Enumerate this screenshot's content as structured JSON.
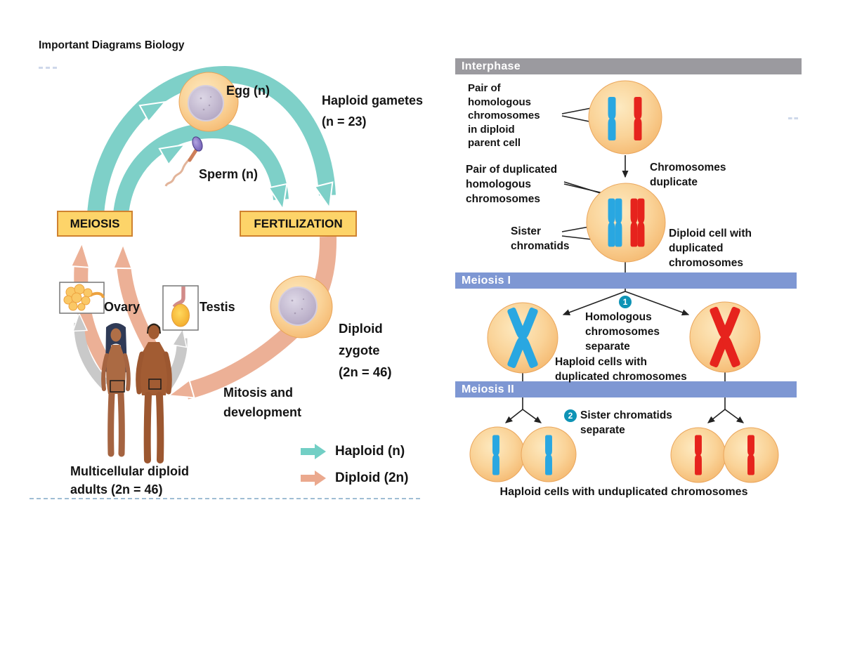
{
  "title": "Important Diagrams Biology",
  "life_cycle": {
    "egg": "Egg (n)",
    "haploid_gametes": [
      "Haploid gametes",
      "(n = 23)"
    ],
    "sperm": "Sperm (n)",
    "meiosis": "MEIOSIS",
    "fertilization": "FERTILIZATION",
    "ovary": "Ovary",
    "testis": "Testis",
    "zygote": [
      "Diploid",
      "zygote",
      "(2n = 46)"
    ],
    "mitosis": [
      "Mitosis and",
      "development"
    ],
    "adults": [
      "Multicellular diploid",
      "adults (2n = 46)"
    ],
    "legend": [
      {
        "label": "Haploid (n)",
        "color": "#72cfc5"
      },
      {
        "label": "Diploid (2n)",
        "color": "#eba98e"
      }
    ],
    "colors": {
      "haploid_arrow": "#7ed0c8",
      "diploid_arrow": "#ecb096",
      "label_box_fill": "#fdd469",
      "label_box_border": "#cf8230"
    }
  },
  "meiosis_panel": {
    "headers": {
      "interphase": "Interphase",
      "meiosis1": "Meiosis I",
      "meiosis2": "Meiosis II"
    },
    "labels": {
      "pair_homologous": [
        "Pair of",
        "homologous",
        "chromosomes",
        "in diploid",
        "parent cell"
      ],
      "chromosomes_duplicate": [
        "Chromosomes",
        "duplicate"
      ],
      "pair_duplicated": [
        "Pair of duplicated",
        "homologous",
        "chromosomes"
      ],
      "sister_chromatids": [
        "Sister",
        "chromatids"
      ],
      "diploid_cell": [
        "Diploid cell with",
        "duplicated",
        "chromosomes"
      ],
      "step1": "1",
      "homologous_separate": [
        "Homologous",
        "chromosomes",
        "separate"
      ],
      "haploid_duplicated": [
        "Haploid cells with",
        "duplicated chromosomes"
      ],
      "step2": "2",
      "sister_separate": [
        "Sister chromatids",
        "separate"
      ],
      "caption": "Haploid cells with unduplicated chromosomes"
    },
    "colors": {
      "interphase_bar": "#9b9a9f",
      "meiosis_bar": "#7e97d3",
      "cell_fill": "#f7c47e",
      "chromosome_blue": "#29a7e1",
      "chromosome_red": "#e6231d",
      "step_badge": "#0e93b5"
    }
  }
}
